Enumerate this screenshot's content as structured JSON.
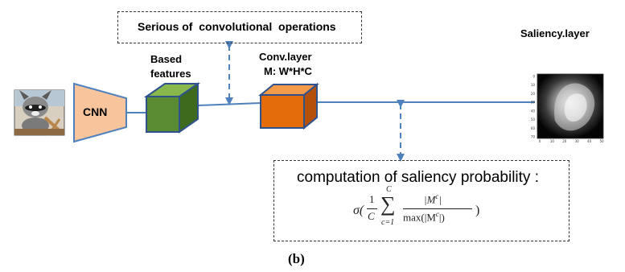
{
  "top_box": {
    "text": "Serious of  convolutional  operations"
  },
  "cnn": {
    "label": "CNN"
  },
  "based_features": {
    "line1": "Based",
    "line2": "features"
  },
  "conv_layer": {
    "line1": "Conv.layer",
    "line2": "M: W*H*C"
  },
  "saliency_layer": {
    "label": "Saliency.layer"
  },
  "saliency_plot": {
    "y_ticks": [
      "0",
      "10",
      "20",
      "30",
      "40",
      "50",
      "60",
      "70"
    ],
    "x_ticks": [
      "0",
      "10",
      "20",
      "30",
      "40",
      "50"
    ]
  },
  "bottom_box": {
    "title": "computation of saliency probability :",
    "formula": {
      "sigma": "σ(",
      "frac_num": "1",
      "frac_den": "C",
      "sum_top": "C",
      "sum_symbol": "∑",
      "sum_bottom": "c=1",
      "inner_num": "|M",
      "inner_num_sup": "c",
      "inner_num_end": "|",
      "inner_den": "max(|M",
      "inner_den_sup": "c",
      "inner_den_end": "|)",
      "close": ")"
    }
  },
  "caption": "(b)",
  "colors": {
    "cnn_fill": "#f8c49c",
    "green_front": "#5a8a32",
    "green_top": "#88b84c",
    "green_side": "#3e6a1e",
    "orange_front": "#e46c0a",
    "orange_top": "#f29a4a",
    "orange_side": "#b4500a",
    "line_blue": "#4f81bd",
    "cube_edge": "#2f528f"
  }
}
